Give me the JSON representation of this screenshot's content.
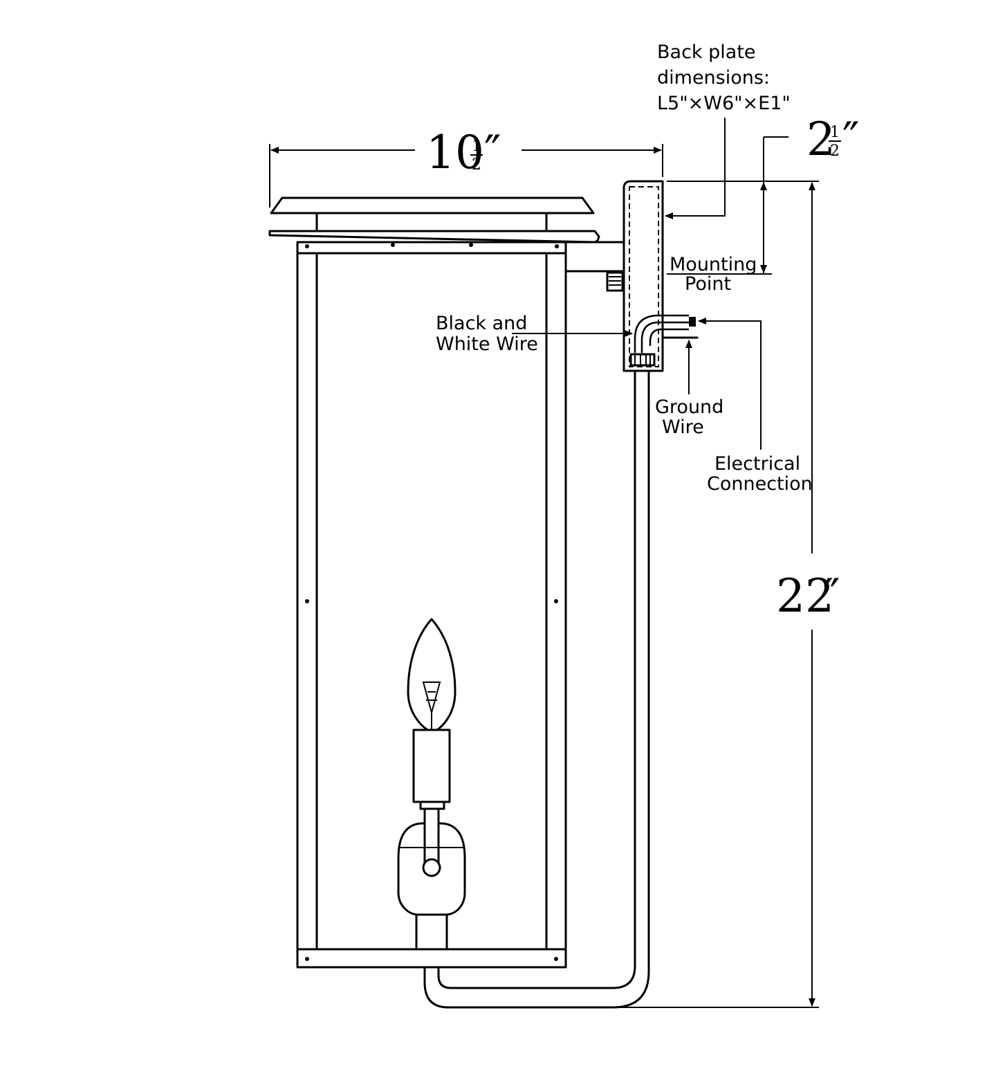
{
  "labels": {
    "back_plate_line1": "Back plate",
    "back_plate_line2": "dimensions:",
    "back_plate_line3": "L5\"×W6\"×E1\"",
    "mounting_line1": "Mounting",
    "mounting_line2": "Point",
    "bw_wire_line1": "Black and",
    "bw_wire_line2": "White Wire",
    "ground_line1": "Ground",
    "ground_line2": "Wire",
    "electrical_line1": "Electrical",
    "electrical_line2": "Connection"
  },
  "dimensions": {
    "width": {
      "whole": "10",
      "num": "1",
      "den": "2",
      "mark": "″"
    },
    "mount": {
      "whole": "2",
      "num": "1",
      "den": "2",
      "mark": "″"
    },
    "height": {
      "whole": "22",
      "mark": "″"
    }
  }
}
